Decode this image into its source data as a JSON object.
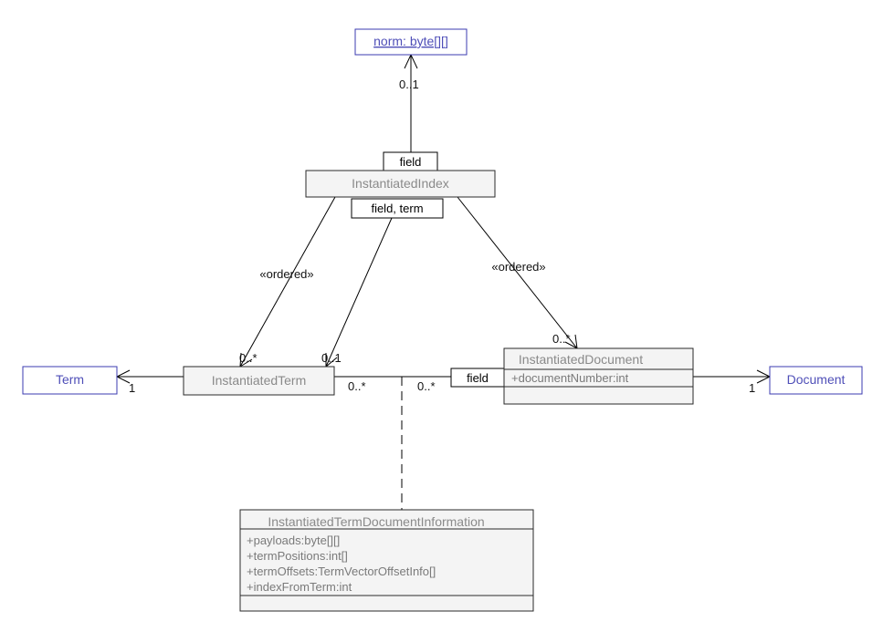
{
  "diagram": {
    "external": {
      "norm": "norm: byte[][]",
      "term": "Term",
      "document": "Document"
    },
    "classes": {
      "index": {
        "name": "InstantiatedIndex"
      },
      "term": {
        "name": "InstantiatedTerm"
      },
      "document": {
        "name": "InstantiatedDocument",
        "attributes": [
          "+documentNumber:int"
        ]
      },
      "info": {
        "name": "InstantiatedTermDocumentInformation",
        "attributes": [
          "+payloads:byte[][]",
          "+termPositions:int[]",
          "+termOffsets:TermVectorOffsetInfo[]",
          "+indexFromTerm:int"
        ]
      }
    },
    "qualifiers": {
      "index_top": "field",
      "index_bottom": "field, term",
      "document_left": "field"
    },
    "stereotypes": {
      "index_to_term": "«ordered»",
      "index_to_document": "«ordered»"
    },
    "multiplicities": {
      "norm": "0..1",
      "term_ordered": "0..*",
      "term_qualified": "0..1",
      "term_ext": "1",
      "term_right": "0..*",
      "document_left": "0..*",
      "document_top": "0..*",
      "document_ext": "1"
    },
    "colors": {
      "class_fill": "#f4f4f4",
      "class_border": "#2a2a2a",
      "external_border": "#3b3bb0",
      "external_text": "#4f4fb8",
      "line": "#000000"
    }
  }
}
